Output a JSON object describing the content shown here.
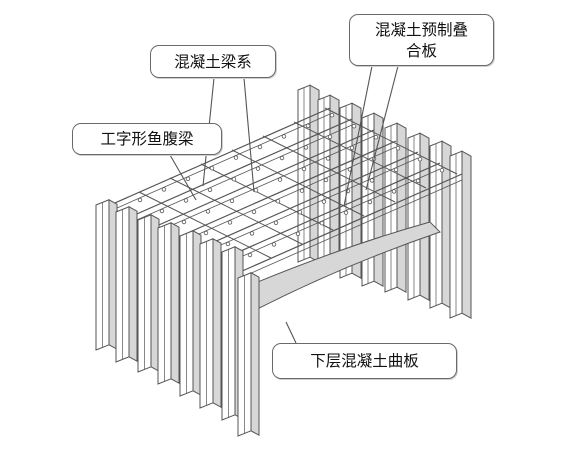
{
  "diagram": {
    "callouts": {
      "concrete_beam_system": "混凝土梁系",
      "precast_slab_line1": "混凝土预制叠",
      "precast_slab_line2": "合板",
      "i_fishbelly_beam": "工字形鱼腹梁",
      "lower_curved_slab": "下层混凝土曲板"
    },
    "colors": {
      "line": "#555555",
      "steel_fill": "#ffffff",
      "shade": "#d7d7d7",
      "callout_border": "#6a6a6a"
    }
  }
}
